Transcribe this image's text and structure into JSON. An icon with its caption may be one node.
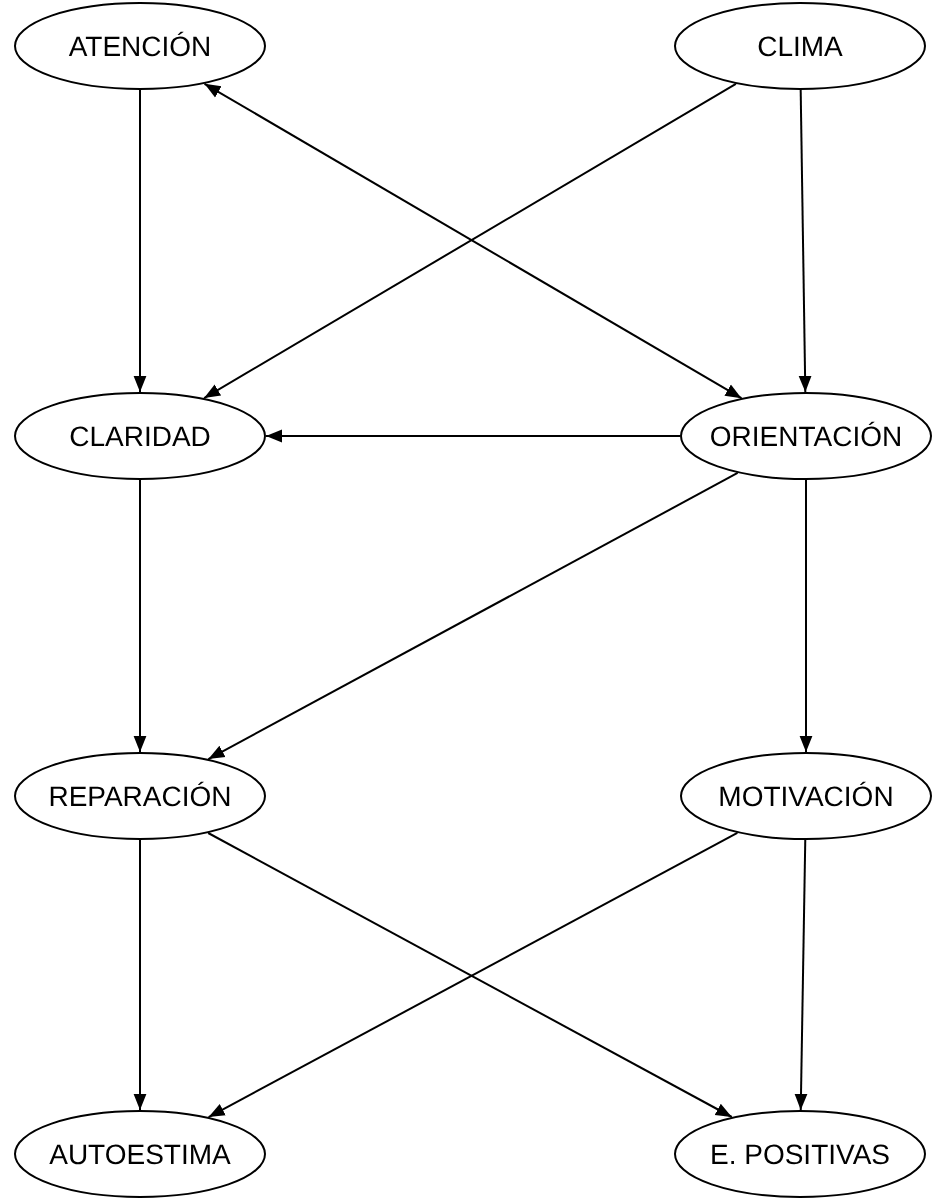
{
  "diagram": {
    "nodes": [
      {
        "text": [
          "ATENCIÓN"
        ]
      },
      {
        "text": [
          "CLIMA"
        ]
      },
      {
        "text": [
          "CLARIDAD"
        ]
      },
      {
        "text": [
          "ORIENTACIÓN"
        ]
      },
      {
        "text": [
          "REPARACIÓN"
        ]
      },
      {
        "text": [
          "MOTIVACIÓN"
        ]
      },
      {
        "text": [
          "AUTOESTIMA"
        ]
      },
      {
        "text": [
          "E. POSITIVAS"
        ]
      }
    ],
    "edges": [
      {
        "from": 0,
        "to": 2,
        "arrow": "to"
      },
      {
        "from": 1,
        "to": 2,
        "arrow": "to"
      },
      {
        "from": 1,
        "to": 3,
        "arrow": "to"
      },
      {
        "from": 0,
        "to": 3,
        "arrow": "both"
      },
      {
        "from": 3,
        "to": 2,
        "arrow": "to"
      },
      {
        "from": 2,
        "to": 4,
        "arrow": "to"
      },
      {
        "from": 3,
        "to": 4,
        "arrow": "to"
      },
      {
        "from": 3,
        "to": 5,
        "arrow": "to"
      },
      {
        "from": 4,
        "to": 6,
        "arrow": "to"
      },
      {
        "from": 4,
        "to": 7,
        "arrow": "to"
      },
      {
        "from": 5,
        "to": 6,
        "arrow": "to"
      },
      {
        "from": 5,
        "to": 7,
        "arrow": "to"
      }
    ]
  }
}
